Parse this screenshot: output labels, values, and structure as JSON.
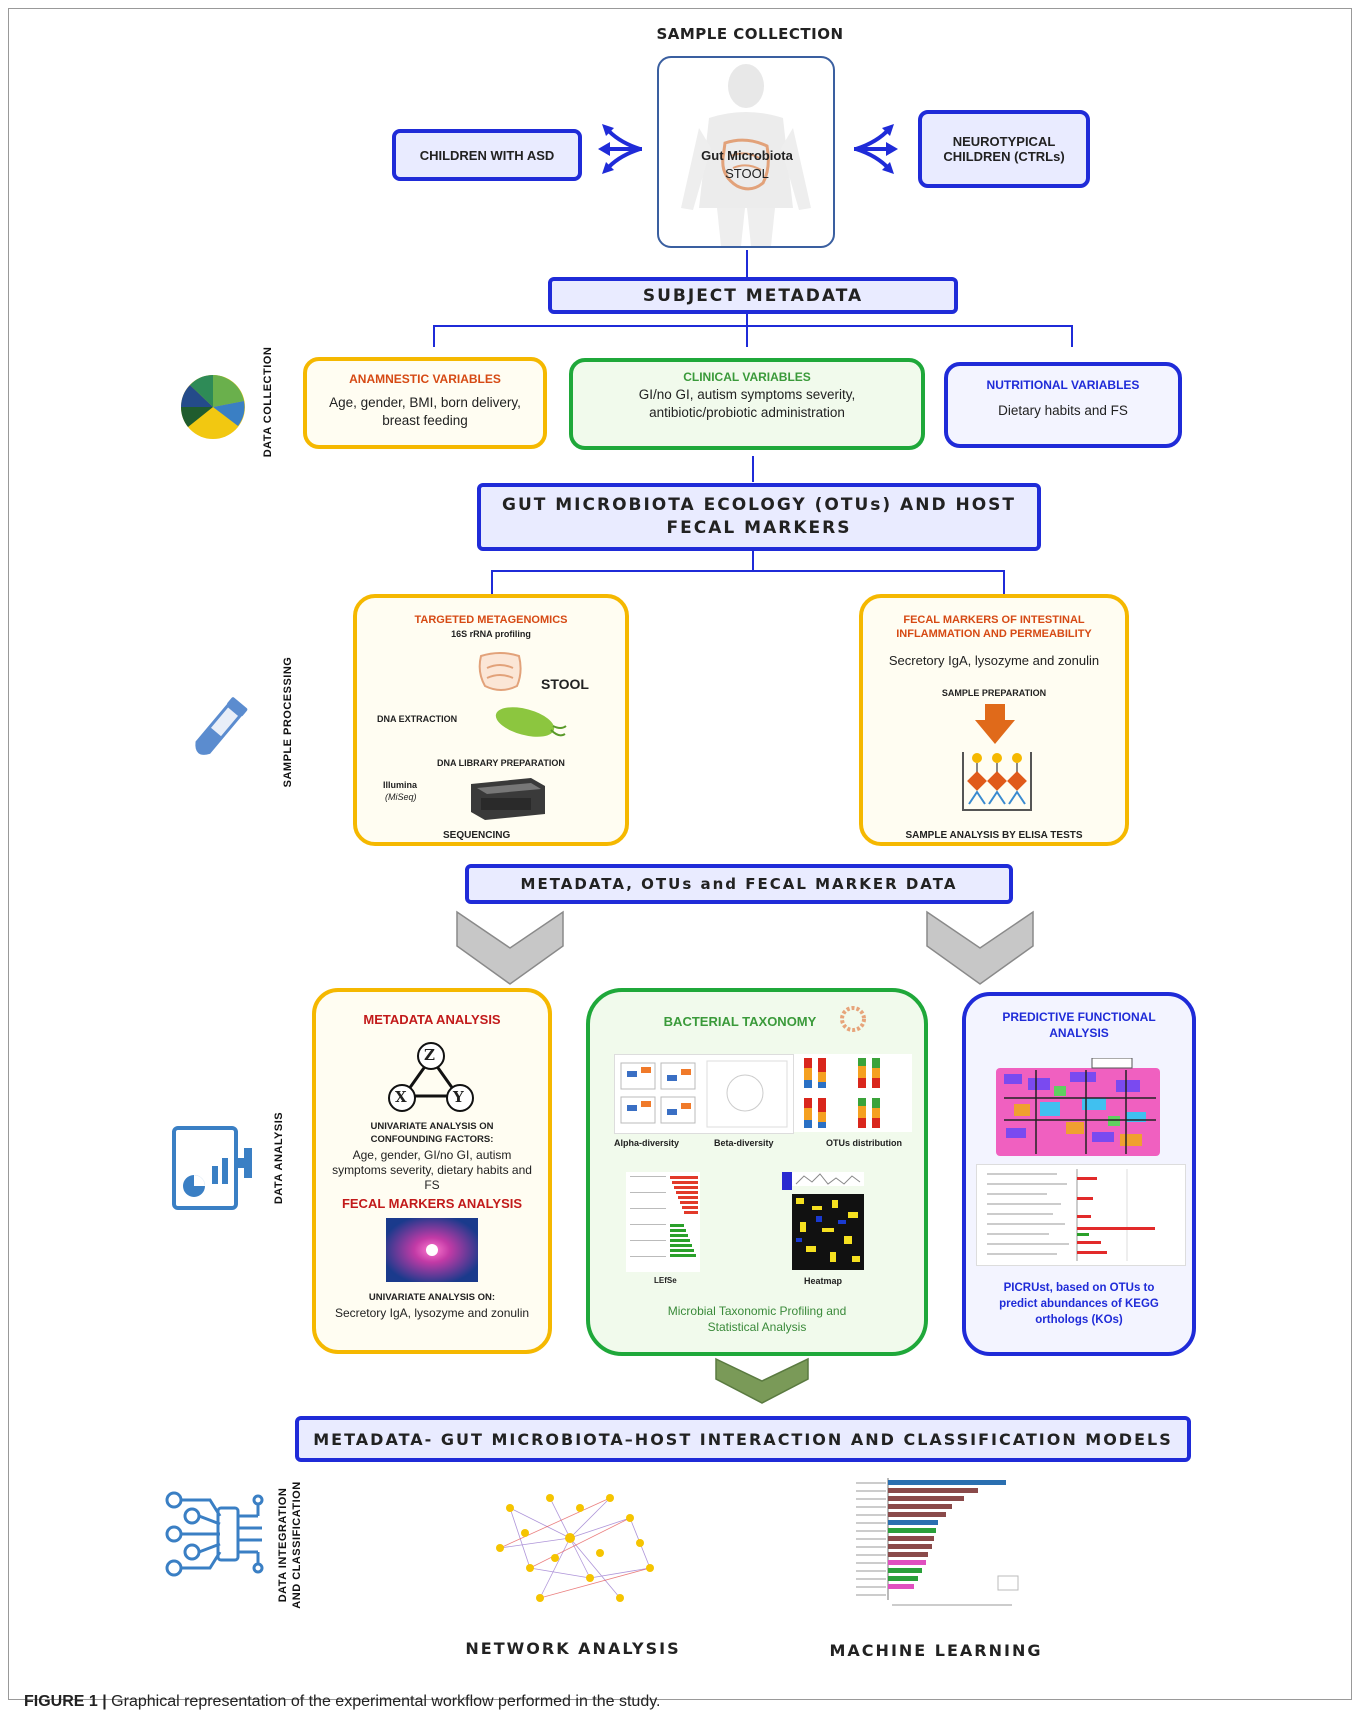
{
  "sample_collection": {
    "title": "SAMPLE COLLECTION",
    "left_group": "CHILDREN WITH ASD",
    "right_group_line1": "NEUROTYPICAL",
    "right_group_line2": "CHILDREN (CTRLs)",
    "center_line1": "Gut Microbiota",
    "center_line2": "STOOL"
  },
  "subject_metadata": "SUBJECT METADATA",
  "data_collection": {
    "side_label": "DATA COLLECTION",
    "anamnestic": {
      "title": "ANAMNESTIC VARIABLES",
      "body": "Age, gender, BMI, born delivery, breast feeding"
    },
    "clinical": {
      "title": "CLINICAL VARIABLES",
      "body": "GI/no GI, autism symptoms severity, antibiotic/probiotic administration"
    },
    "nutritional": {
      "title": "NUTRITIONAL VARIABLES",
      "body": "Dietary habits and FS"
    }
  },
  "gut_ecology": {
    "line1": "GUT MICROBIOTA ECOLOGY (OTUs) AND HOST",
    "line2": "FECAL MARKERS"
  },
  "sample_processing": {
    "side_label": "SAMPLE PROCESSING",
    "targeted": {
      "title": "TARGETED METAGENOMICS",
      "subtitle": "16S rRNA profiling",
      "stool": "STOOL",
      "dna_extraction": "DNA EXTRACTION",
      "library": "DNA LIBRARY PREPARATION",
      "illumina": "Illumina",
      "miseq": "(MiSeq)",
      "sequencing": "SEQUENCING"
    },
    "fecal": {
      "title_line1": "FECAL MARKERS OF INTESTINAL",
      "title_line2": "INFLAMMATION AND PERMEABILITY",
      "body": "Secretory  IgA, lysozyme and zonulin",
      "prep": "SAMPLE PREPARATION",
      "elisa": "SAMPLE ANALYSIS BY ELISA TESTS"
    }
  },
  "metadata_otus": "METADATA, OTUs and FECAL MARKER DATA",
  "data_analysis": {
    "side_label": "DATA ANALYSIS",
    "metadata": {
      "title": "METADATA ANALYSIS",
      "z": "Z",
      "x": "X",
      "y": "Y",
      "univariate_title": "UNIVARIATE ANALYSIS ON CONFOUNDING FACTORS:",
      "univariate_body": "Age, gender, GI/no GI, autism symptoms severity, dietary habits and FS",
      "fecal_title": "FECAL MARKERS ANALYSIS",
      "fecal_univ": "UNIVARIATE ANALYSIS ON:",
      "fecal_body": "Secretory  IgA, lysozyme and zonulin"
    },
    "taxonomy": {
      "title": "BACTERIAL TAXONOMY",
      "alpha": "Alpha-diversity",
      "beta": "Beta-diversity",
      "otus": "OTUs distribution",
      "lefse": "LEfSe",
      "heatmap": "Heatmap",
      "footer_line1": "Microbial Taxonomic Profiling and",
      "footer_line2": "Statistical Analysis"
    },
    "functional": {
      "title_line1": "PREDICTIVE FUNCTIONAL",
      "title_line2": "ANALYSIS",
      "footer": "PICRUst, based on OTUs to predict abundances of KEGG orthologs (KOs)"
    }
  },
  "integration": {
    "banner": "METADATA- GUT MICROBIOTA–HOST  INTERACTION AND CLASSIFICATION MODELS",
    "side_label_line1": "DATA INTEGRATION",
    "side_label_line2": "AND CLASSIFICATION",
    "network": "NETWORK ANALYSIS",
    "ml": "MACHINE LEARNING"
  },
  "caption": {
    "label": "FIGURE 1 |",
    "text": " Graphical representation of the experimental workflow performed in the study."
  },
  "colors": {
    "navy": "#1f2bd8",
    "orange": "#f5b800",
    "green": "#1fa83a",
    "title_orange": "#d64a14",
    "title_red": "#c21a1a"
  }
}
